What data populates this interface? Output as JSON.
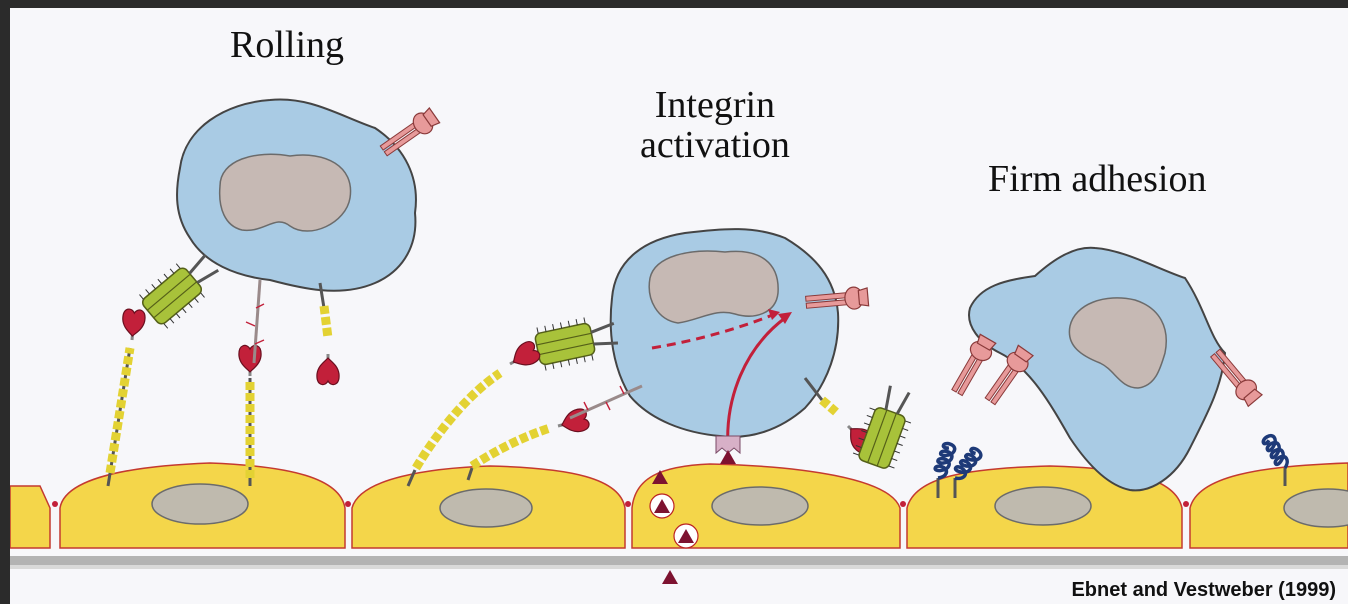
{
  "stages": {
    "rolling": "Rolling",
    "integrin_line1": "Integrin",
    "integrin_line2": "activation",
    "firm": "Firm adhesion"
  },
  "credit": "Ebnet and Vestweber (1999)",
  "colors": {
    "leukocyte": "#a9cbe4",
    "nucleus": "#c6b9b4",
    "endothelium": "#f4d64a",
    "endo_nucleus": "#bfbaae",
    "integrin": "#e79a9a",
    "ligand_head": "#c2203a",
    "chain": "#e3d233",
    "selectin_barrel": "#a8c23a",
    "icam_coil": "#1e3a78",
    "chemokine": "#7d1230",
    "arrow": "#c2203a",
    "basement": "#b3b3b3"
  }
}
